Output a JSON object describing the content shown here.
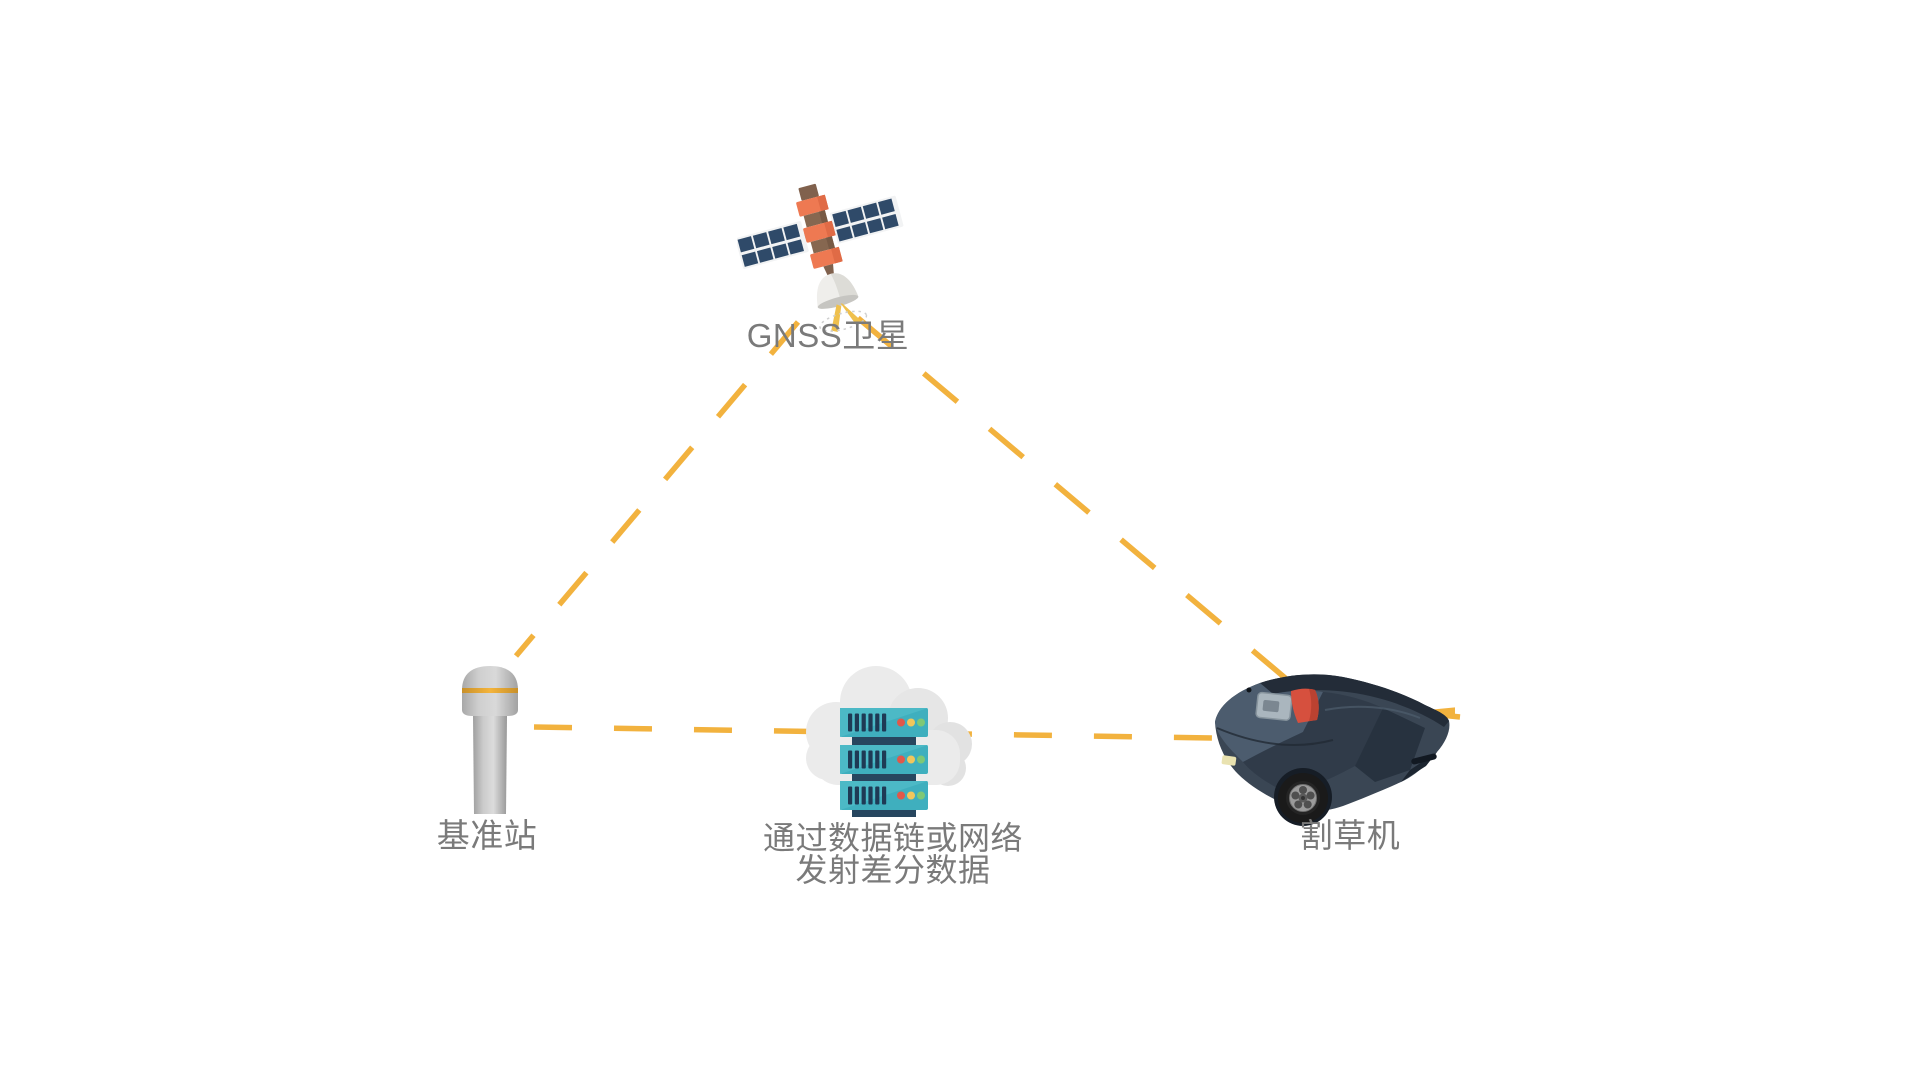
{
  "background": "#FFFFFF",
  "diagram": {
    "nodes": {
      "satellite": {
        "label": "GNSS卫星",
        "icon": "satellite-icon"
      },
      "base_station": {
        "label": "基准站",
        "icon": "base-station-icon"
      },
      "data_link": {
        "label_line1": "通过数据链或网络",
        "label_line2": "发射差分数据",
        "icon": "cloud-server-icon"
      },
      "mower": {
        "label": "割草机",
        "icon": "mower-icon"
      }
    },
    "connections": [
      {
        "from": "satellite",
        "to": "base_station",
        "style": "dashed"
      },
      {
        "from": "satellite",
        "to": "mower",
        "style": "dashed"
      },
      {
        "from": "base_station",
        "to": "mower",
        "via": "data_link",
        "style": "dashed"
      }
    ],
    "colors": {
      "connection_dash": "#F2B23E",
      "label_text": "#7A7A7A",
      "satellite_orange": "#EE7952",
      "satellite_brown": "#80614D",
      "solar_panel_navy": "#2F4A69",
      "antenna_white": "#EFEEEB",
      "beam_yellow": "#EFC04D",
      "station_gray": "#C9C9C9",
      "station_stripe": "#F4B43C",
      "cloud_gray": "#EBEBEB",
      "server_teal": "#3FAFBE",
      "server_frame_navy": "#27465F",
      "server_vent_navy": "#1E3A55",
      "led_red": "#E0584A",
      "led_yellow": "#F2C65C",
      "led_green": "#7FC876",
      "mower_body": "#3A4654",
      "mower_button_red": "#D6503E"
    }
  }
}
